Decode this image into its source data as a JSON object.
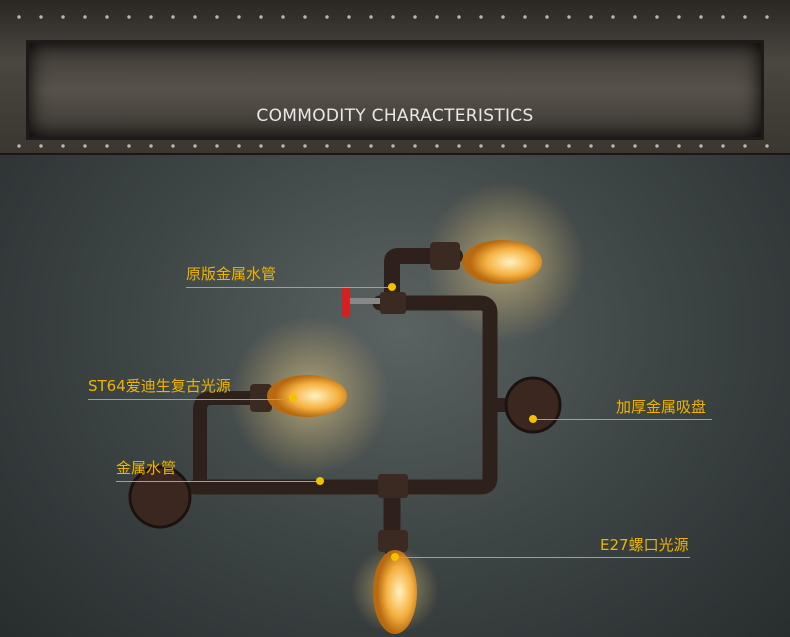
{
  "banner": {
    "title": "COMMODITY CHARACTERISTICS"
  },
  "callouts": [
    {
      "id": "original-pipe",
      "label": "原版金属水管"
    },
    {
      "id": "st64-bulb",
      "label": "ST64爱迪生复古光源"
    },
    {
      "id": "thick-base",
      "label": "加厚金属吸盘"
    },
    {
      "id": "metal-pipe",
      "label": "金属水管"
    },
    {
      "id": "e27-socket",
      "label": "E27螺口光源"
    }
  ],
  "colors": {
    "label": "#f0b400",
    "valve": "#d42020",
    "bulb": "#f5b040"
  }
}
